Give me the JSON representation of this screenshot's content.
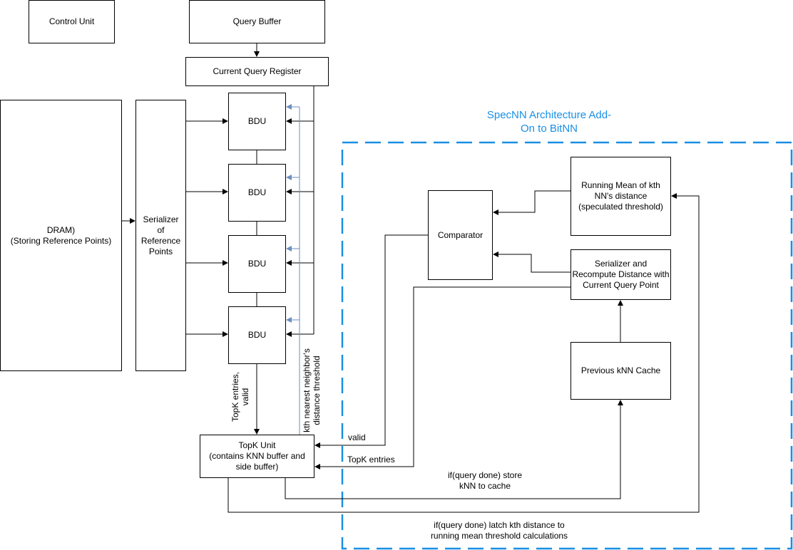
{
  "boxes": {
    "control_unit": "Control Unit",
    "query_buffer": "Query Buffer",
    "current_query_register": "Current Query Register",
    "dram": "DRAM)\n(Storing Reference Points)",
    "serializer_ref": "Serializer\nof\nReference\nPoints",
    "bdu_labels": [
      "BDU",
      "BDU",
      "BDU",
      "BDU"
    ],
    "topk_unit": "TopK Unit\n(contains KNN buffer and\nside buffer)",
    "comparator": "Comparator",
    "running_mean": "Running Mean of kth\nNN's distance\n(speculated threshold)",
    "serializer_recompute": "Serializer and\nRecompute Distance with\nCurrent Query Point",
    "previous_knn_cache": "Previous kNN Cache"
  },
  "region": {
    "title": "SpecNN Architecture Add-\nOn to BitNN",
    "border_color": "#1a8fe3"
  },
  "labels": {
    "topk_entries_valid": "TopK entries,\nvalid",
    "kth_threshold": "kth nearest neighbor's\ndistance threshold",
    "valid": "valid",
    "topk_entries": "TopK entries",
    "store_cache": "if(query done) store\nkNN to cache",
    "latch_kth": "if(query done) latch kth distance to\nrunning mean threshold calculations"
  },
  "colors": {
    "feedback_wire": "#6c8ebf",
    "wire": "#000000"
  }
}
